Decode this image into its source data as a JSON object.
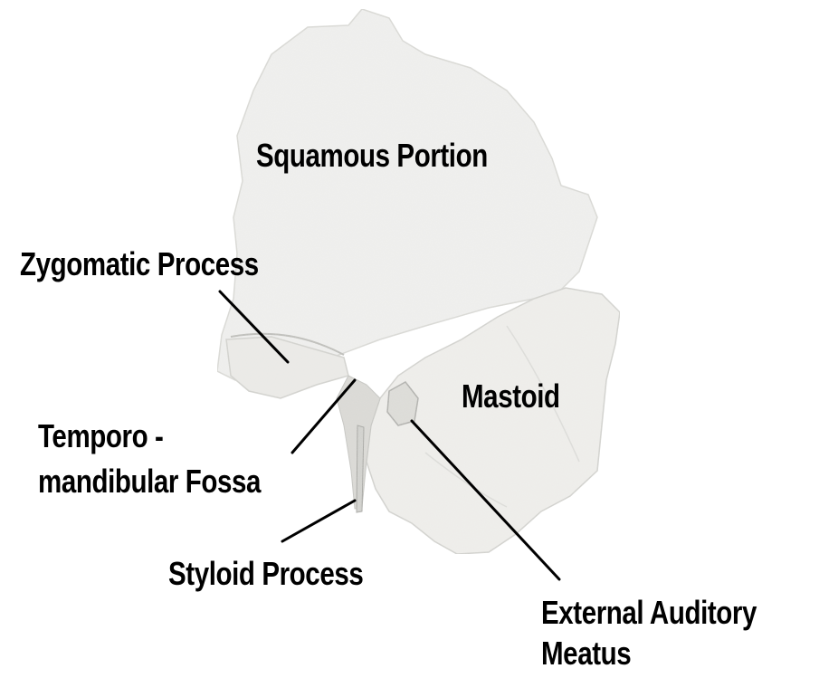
{
  "labels": {
    "squamous": "Squamous Portion",
    "zygomatic": "Zygomatic Process",
    "mastoid": "Mastoid",
    "temporo_line1": "Temporo -",
    "temporo_line2": "mandibular Fossa",
    "styloid": "Styloid Process",
    "eam_line1": "External Auditory",
    "eam_line2": "Meatus"
  },
  "colors": {
    "background": "#ffffff",
    "text": "#000000",
    "leader_line": "#000000",
    "bone_fill": "#f1f1ef",
    "bone_shadow": "#cfcfcc"
  }
}
